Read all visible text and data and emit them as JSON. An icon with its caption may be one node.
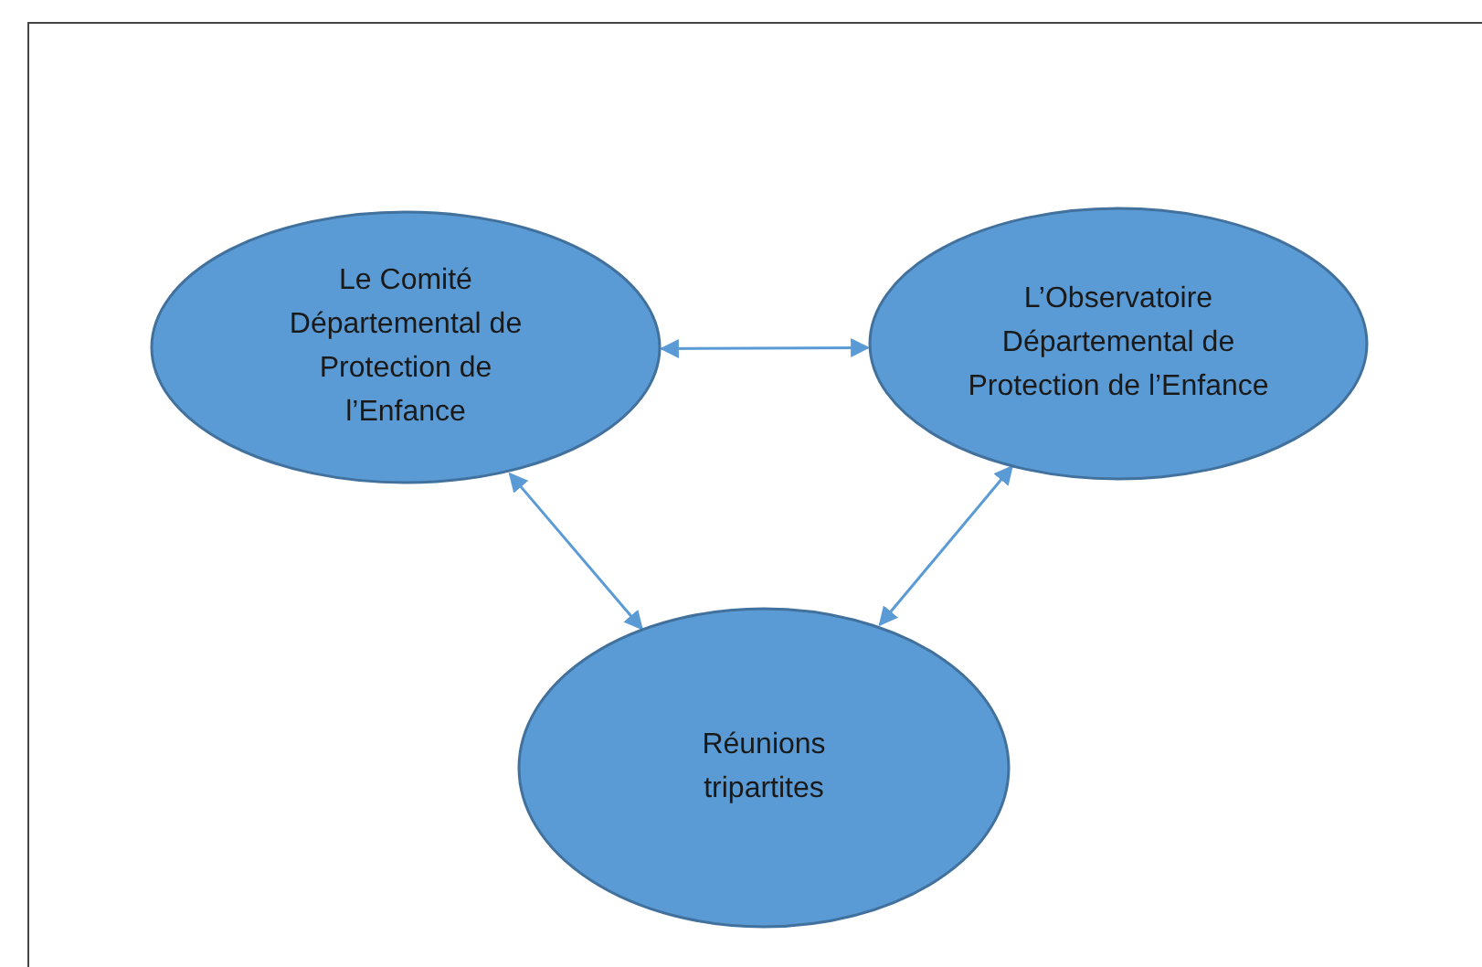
{
  "diagram": {
    "nodes": [
      {
        "text": [
          "Le Comité Départemental de Protection de l’Enfance"
        ]
      },
      {
        "text": [
          "L’Observatoire Départemental de Protection de l’Enfance"
        ]
      },
      {
        "text": [
          "Réunions tripartites"
        ]
      }
    ],
    "edges": [
      {
        "from": 0,
        "to": 1,
        "arrow": "both"
      },
      {
        "from": 0,
        "to": 2,
        "arrow": "both"
      },
      {
        "from": 1,
        "to": 2,
        "arrow": "both"
      }
    ]
  }
}
